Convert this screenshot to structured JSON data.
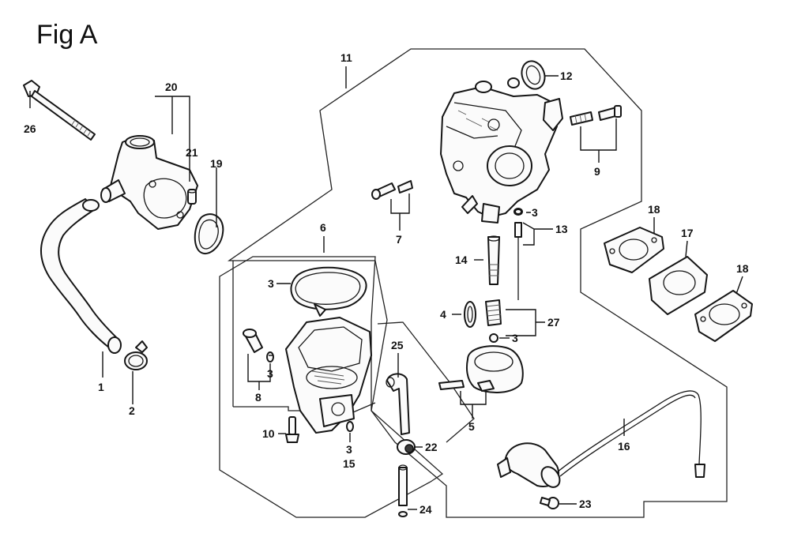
{
  "figure": {
    "title": "Fig A"
  },
  "callouts": {
    "c1": "1",
    "c2": "2",
    "c3a": "3",
    "c3b": "3",
    "c3c": "3",
    "c3d": "3",
    "c3e": "3",
    "c4": "4",
    "c5": "5",
    "c6": "6",
    "c7": "7",
    "c8": "8",
    "c9": "9",
    "c10": "10",
    "c11": "11",
    "c12": "12",
    "c13": "13",
    "c14": "14",
    "c15": "15",
    "c16": "16",
    "c17": "17",
    "c18a": "18",
    "c18b": "18",
    "c19": "19",
    "c20": "20",
    "c21": "21",
    "c22": "22",
    "c23": "23",
    "c24": "24",
    "c25": "25",
    "c26": "26",
    "c27": "27"
  }
}
